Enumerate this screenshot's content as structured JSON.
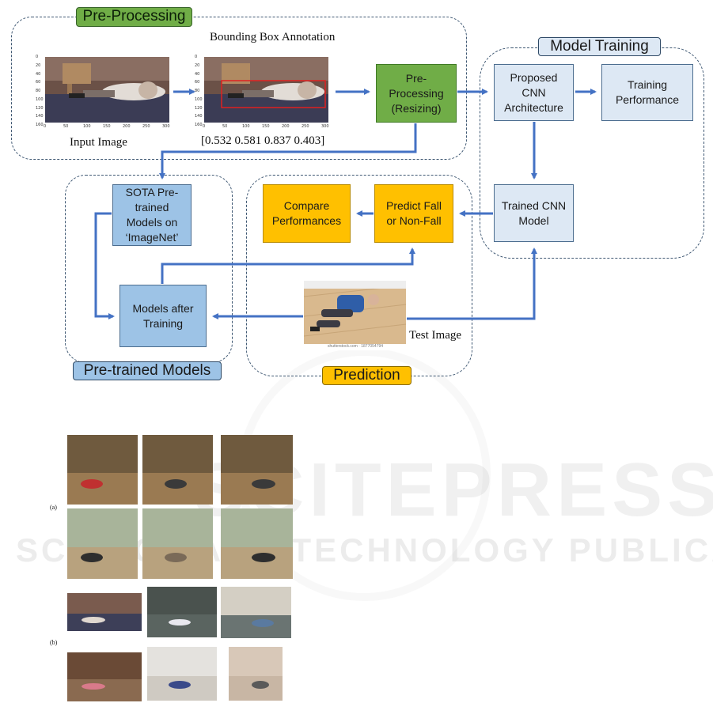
{
  "groups": {
    "preprocessing": "Pre-Processing",
    "model_training": "Model Training",
    "pretrained_models": "Pre-trained Models",
    "prediction": "Prediction"
  },
  "preprocessing": {
    "annotation_title": "Bounding Box Annotation",
    "input_caption": "Input Image",
    "bbox_values": "[0.532 0.581 0.837 0.403]",
    "resize_box": "Pre-Processing (Resizing)",
    "y_ticks": [
      "0",
      "20",
      "40",
      "60",
      "80",
      "100",
      "120",
      "140",
      "160"
    ],
    "x_ticks": [
      "0",
      "50",
      "100",
      "150",
      "200",
      "250",
      "300"
    ]
  },
  "training": {
    "cnn_box": "Proposed CNN Architecture",
    "performance_box": "Training Performance",
    "trained_box": "Trained CNN Model"
  },
  "pretrained": {
    "sota_box": "SOTA Pre-trained Models on ‘ImageNet’",
    "after_box": "Models after Training"
  },
  "prediction": {
    "predict_box": "Predict Fall or Non-Fall",
    "compare_box": "Compare Performances",
    "test_caption": "Test Image",
    "stock_credit": "shutterstock.com · 1877054794"
  },
  "bottom": {
    "label_a": "(a)",
    "label_b": "(b)"
  },
  "watermark": {
    "main": "SCITEPRESS",
    "sub": "SCIENCE AND TECHNOLOGY PUBLICATIONS"
  },
  "colors": {
    "arrow": "#4472c4",
    "green": "#70ad47",
    "pale_blue": "#dde8f4",
    "mid_blue": "#9dc3e6",
    "orange": "#ffc000"
  }
}
